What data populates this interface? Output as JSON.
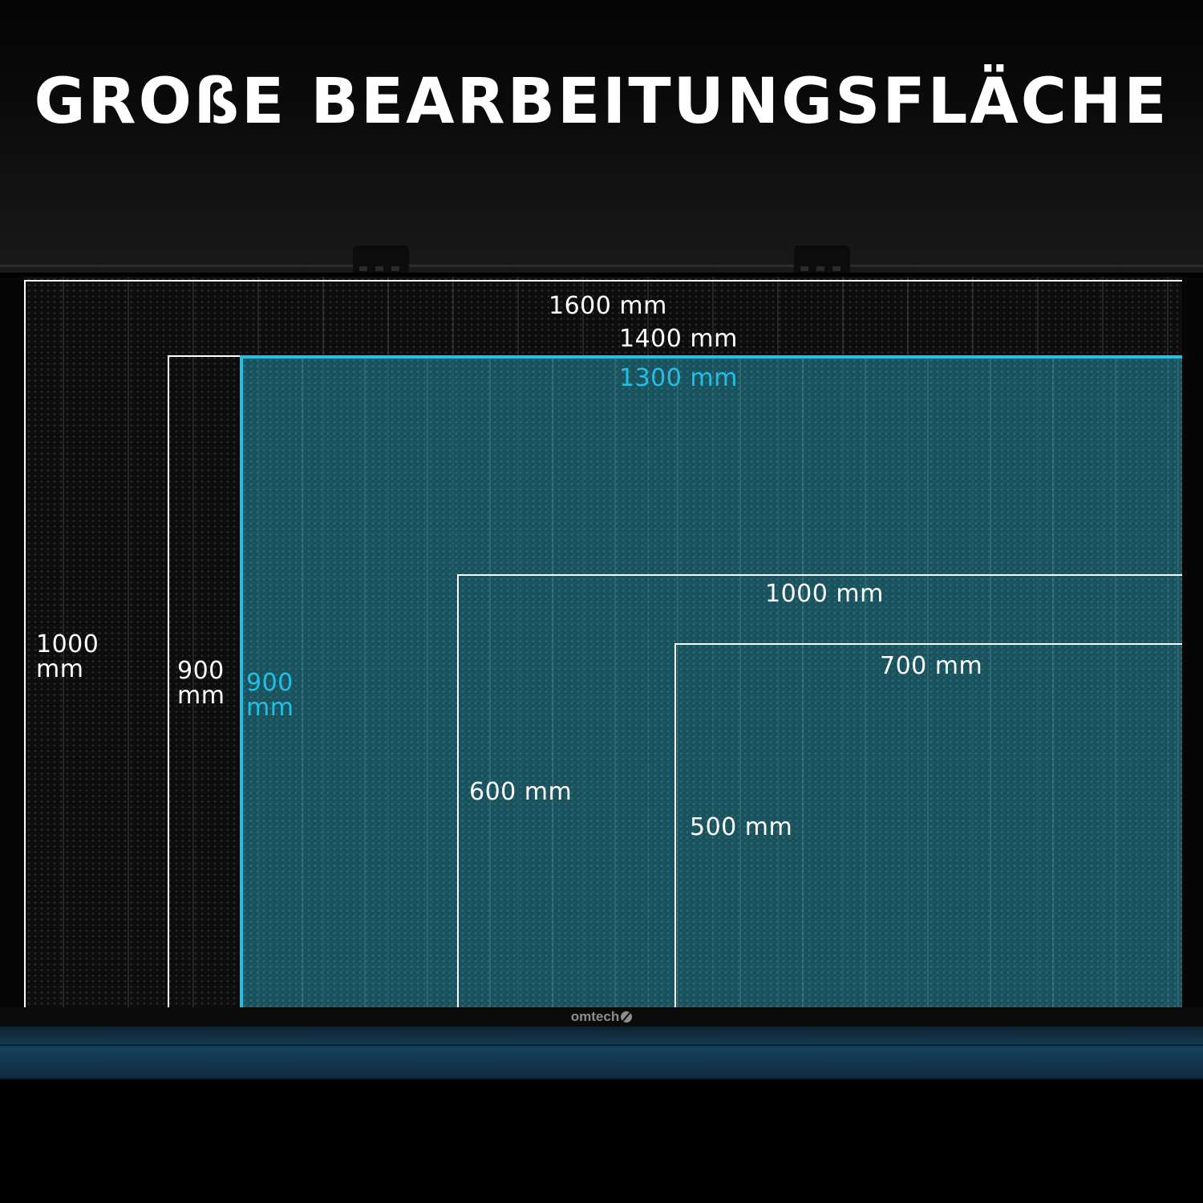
{
  "headline": "GROßE BEARBEITUNGSFLÄCHE",
  "brand": "omtech",
  "colors": {
    "accent": "#22c0e6",
    "teal_fill": "#1e6e7d",
    "front_panel": "#15405a",
    "outline": "#ffffff"
  },
  "dimensions": {
    "w1600": "1600 mm",
    "w1400": "1400 mm",
    "w1300": "1300 mm",
    "w1000": "1000 mm",
    "w700": "700 mm",
    "h1000_value": "1000",
    "h1000_unit": "mm",
    "h900_value": "900",
    "h900_unit": "mm",
    "h900_cyan_value": "900",
    "h900_cyan_unit": "mm",
    "h600": "600 mm",
    "h500": "500 mm"
  }
}
